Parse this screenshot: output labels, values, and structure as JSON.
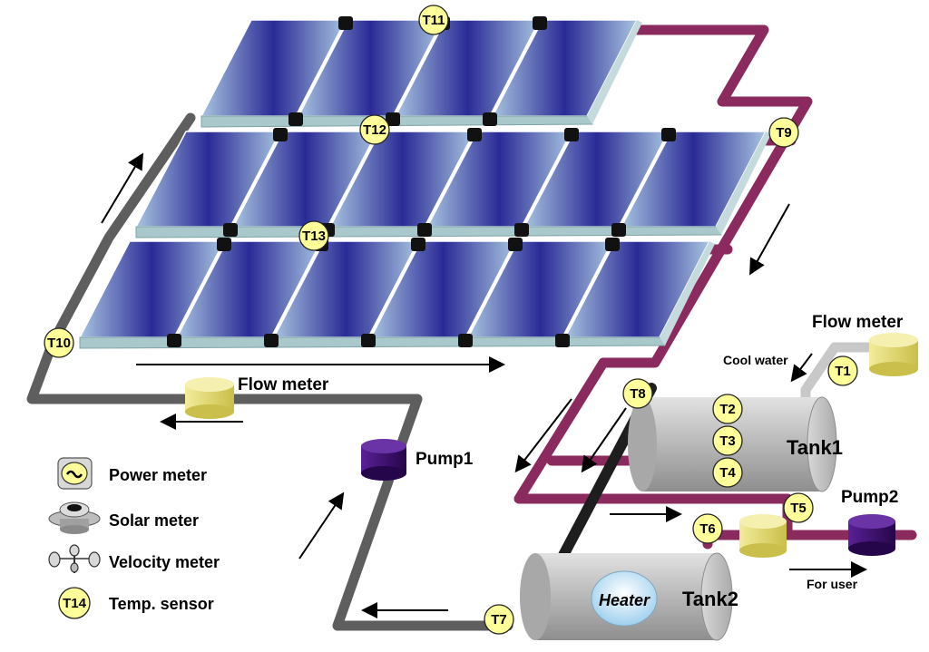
{
  "labels": {
    "flow_meter_top": "Flow meter",
    "cool_water": "Cool water",
    "flow_meter_left": "Flow meter",
    "pump1": "Pump1",
    "pump2": "Pump2",
    "tank1": "Tank1",
    "tank2": "Tank2",
    "heater": "Heater",
    "for_user": "For user"
  },
  "legend": [
    {
      "icon": "power-meter-icon",
      "label": "Power meter"
    },
    {
      "icon": "solar-meter-icon",
      "label": "Solar meter"
    },
    {
      "icon": "velocity-meter-icon",
      "label": "Velocity meter"
    },
    {
      "icon": "temp-sensor-icon",
      "label": "Temp. sensor",
      "badge": "T14"
    }
  ],
  "sensors": {
    "t1": "T1",
    "t2": "T2",
    "t3": "T3",
    "t4": "T4",
    "t5": "T5",
    "t6": "T6",
    "t7": "T7",
    "t8": "T8",
    "t9": "T9",
    "t10": "T10",
    "t11": "T11",
    "t12": "T12",
    "t13": "T13"
  },
  "colors": {
    "hot_pipe": "#8b2a5e",
    "return_pipe": "#5e5e5e",
    "cold_pipe": "#c8c8c8",
    "sensor_fill": "#ffff99",
    "panel_blue": "#2e2e9a",
    "panel_frame": "#a8c8cc",
    "pump_purple": "#3a0a6e",
    "flow_meter_yellow": "#e8e07a",
    "tank_gray": "#bdbdbd"
  }
}
